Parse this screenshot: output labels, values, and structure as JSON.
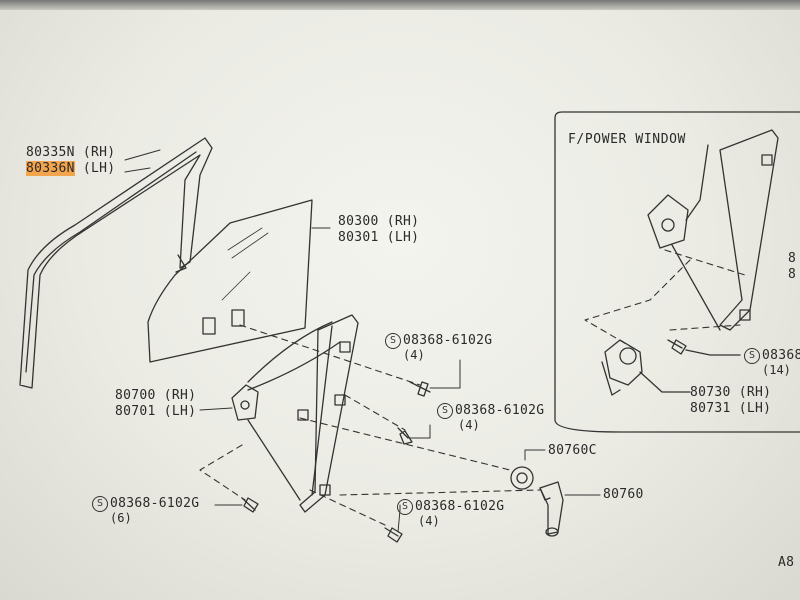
{
  "inset": {
    "title": "F/POWER WINDOW"
  },
  "labels": {
    "moulding_rh": "80335N (RH)",
    "moulding_lh_code": "80336N",
    "moulding_lh_side": " (LH)",
    "glass_rh": "80300 (RH)",
    "glass_lh": "80301 (LH)",
    "regulator_rh": "80700 (RH)",
    "regulator_lh": "80701 (LH)",
    "bolt_a": "08368-6102G",
    "bolt_a_qty": "(4)",
    "bolt_b": "08368-6102G",
    "bolt_b_qty": "(4)",
    "bolt_c": "08368-6102G",
    "bolt_c_qty": "(6)",
    "bolt_d": "08368-6102G",
    "bolt_d_qty": "(4)",
    "escutcheon": "80760C",
    "handle": "80760",
    "motor_rh": "80730 (RH)",
    "motor_lh": "80731 (LH)",
    "inset_bolt": "08368",
    "inset_bolt_qty": "(14)",
    "inset_edge_1": "8",
    "inset_edge_2": "8",
    "page_code": "A8",
    "s_symbol": "S"
  },
  "colors": {
    "highlight": "#f2a54c",
    "ink": "#2a2a2a",
    "background": "#efefe9"
  }
}
